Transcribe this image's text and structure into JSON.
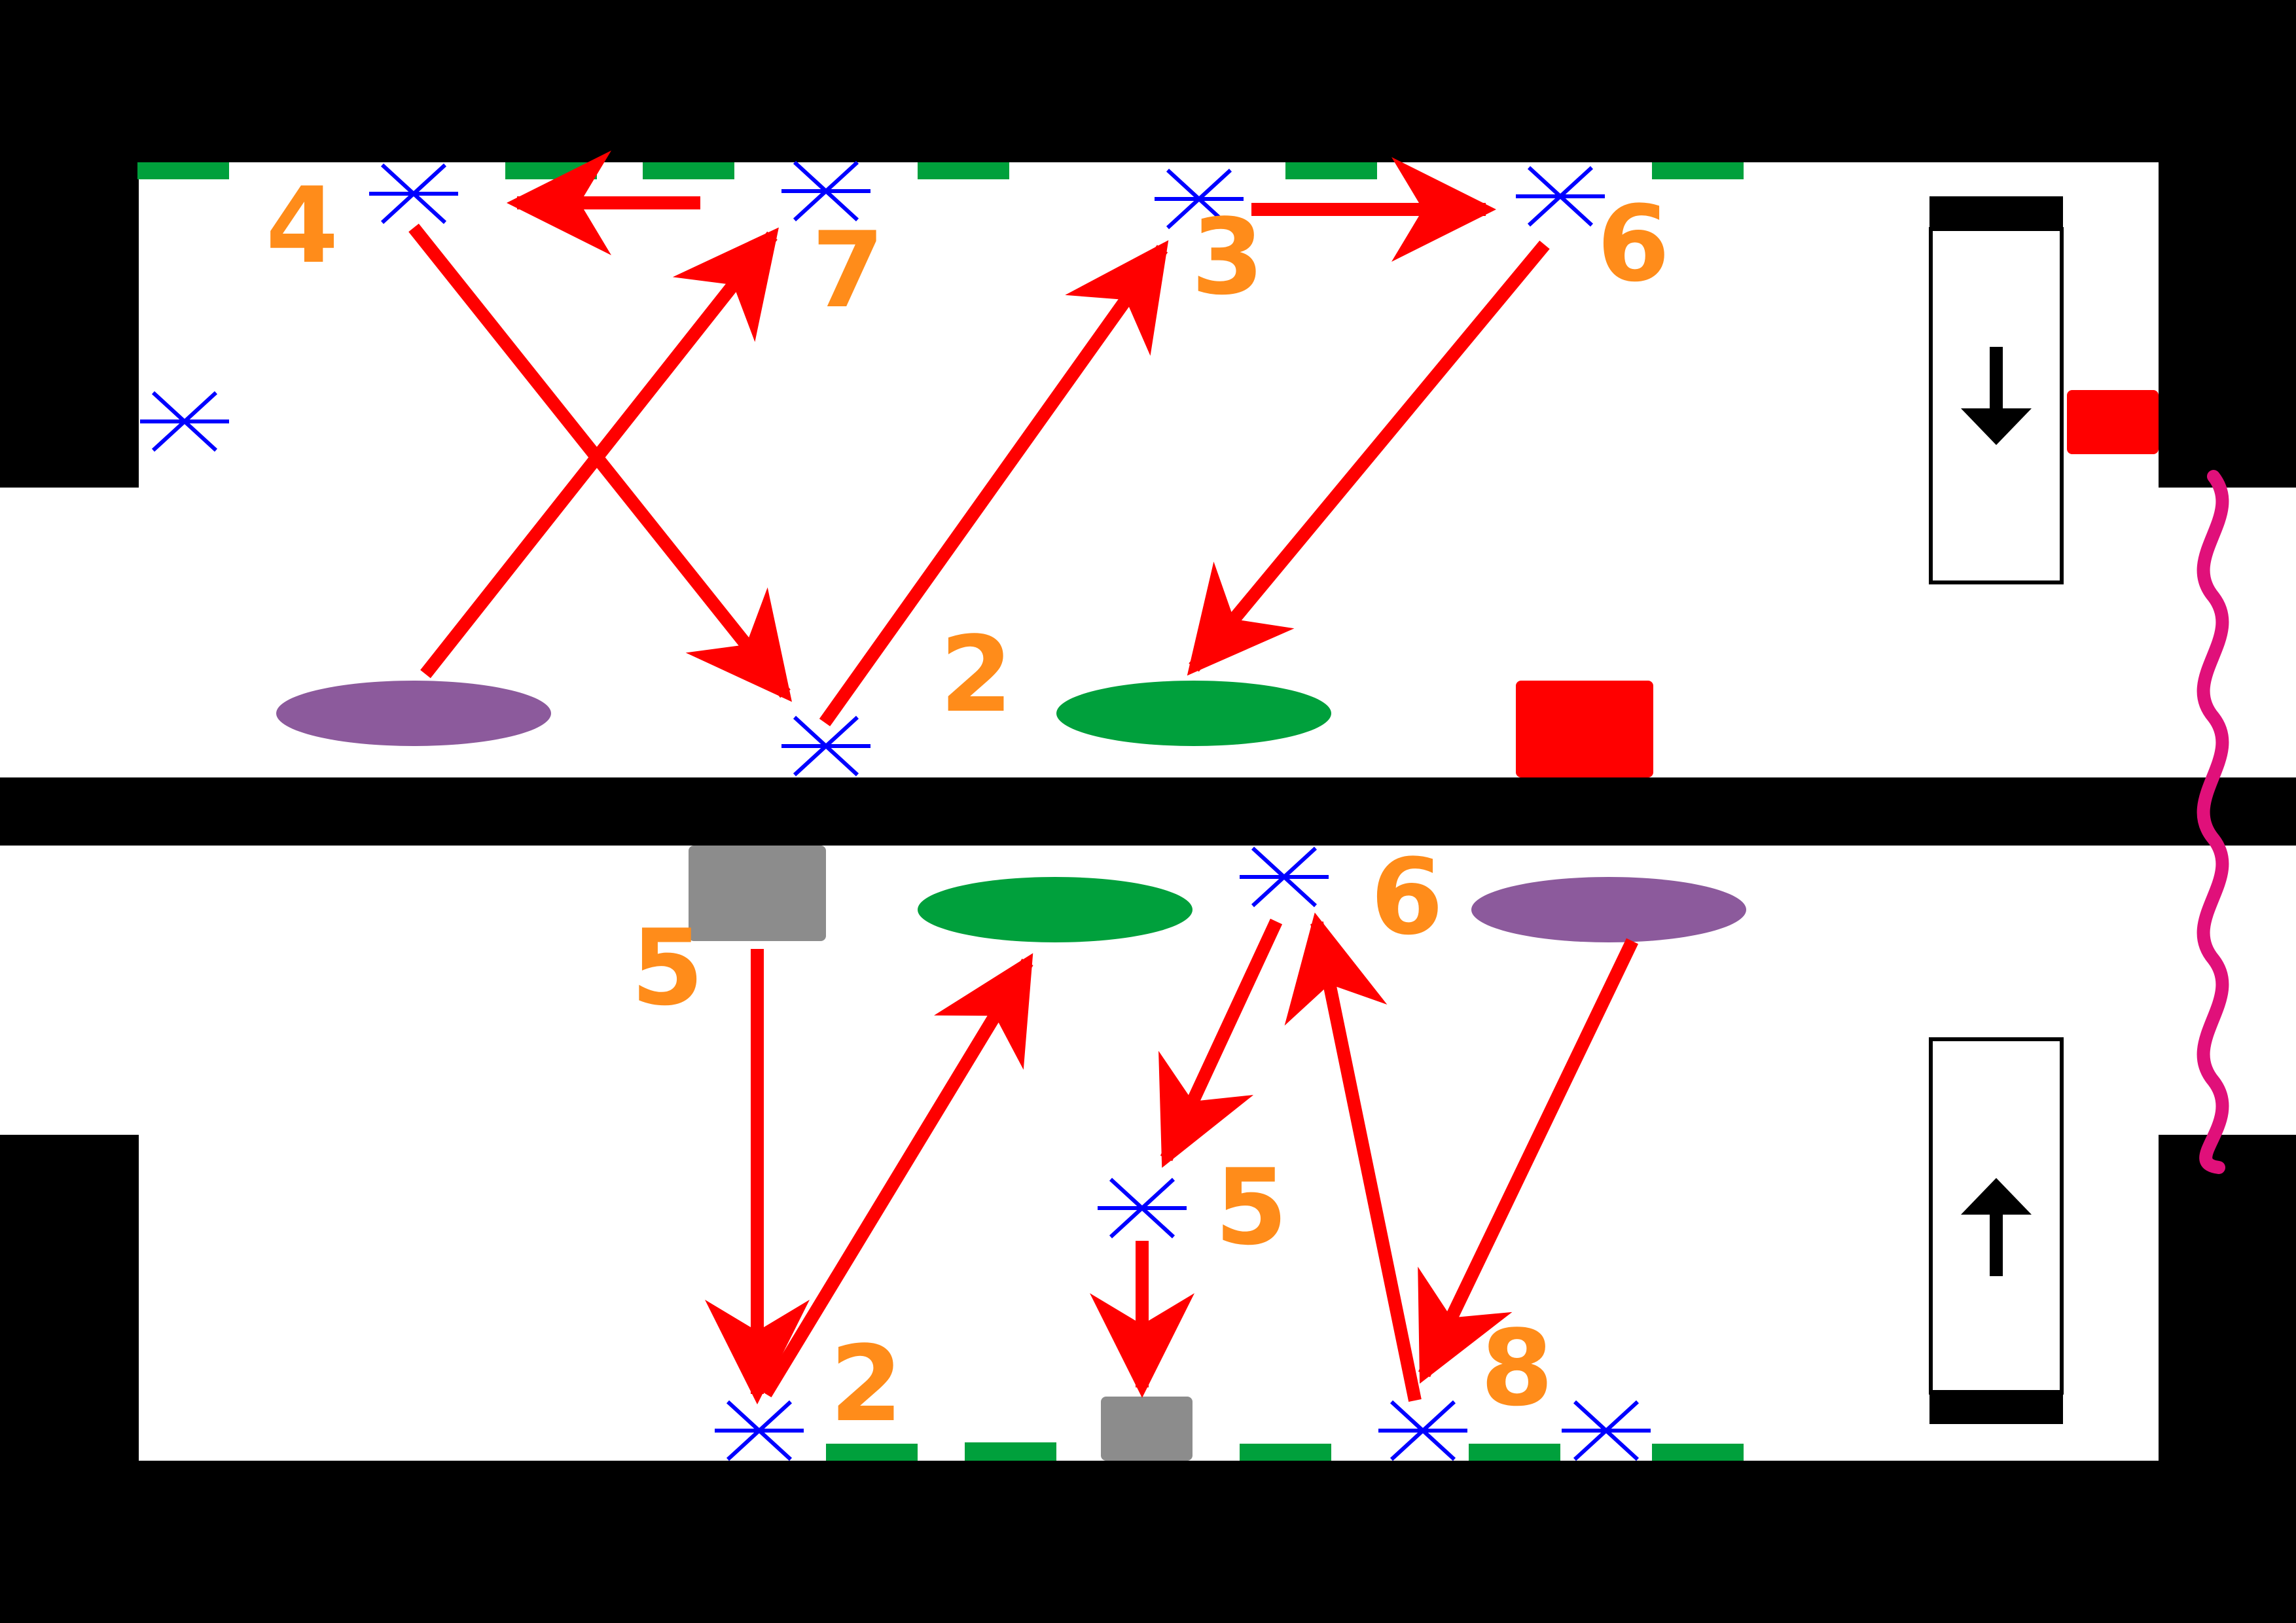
{
  "colors": {
    "wall": "#000000",
    "background": "#ffffff",
    "arrow": "#ff0000",
    "label": "#ff8c1a",
    "cross": "#0000ff",
    "green_strip": "#00a03c",
    "green_disc": "#00a03c",
    "purple_disc": "#8c5a9c",
    "gray_block": "#8c8c8c",
    "red_block": "#ff0000",
    "wavy_line": "#e0107a"
  },
  "labels": {
    "top_4": "4",
    "top_7": "7",
    "top_3": "3",
    "top_6": "6",
    "top_2": "2",
    "bottom_5_left": "5",
    "bottom_6": "6",
    "bottom_5_mid": "5",
    "bottom_2": "2",
    "bottom_8": "8"
  },
  "icons": {
    "top_panel_arrow": "arrow-down-icon",
    "bottom_panel_arrow": "arrow-up-icon",
    "site_marker": "asterisk-cross-icon"
  }
}
